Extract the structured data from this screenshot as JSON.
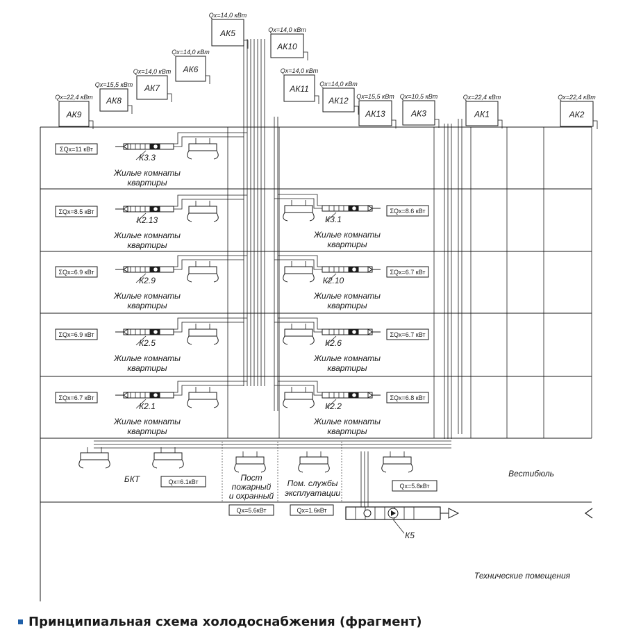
{
  "units": [
    {
      "id": "АК9",
      "power": "Qx=22,4 кВт"
    },
    {
      "id": "АК8",
      "power": "Qx=15,5 кВт"
    },
    {
      "id": "АК7",
      "power": "Qx=14,0 кВт"
    },
    {
      "id": "АК6",
      "power": "Qx=14,0 кВт"
    },
    {
      "id": "АК5",
      "power": "Qx=14,0 кВт"
    },
    {
      "id": "АК10",
      "power": "Qx=14,0 кВт"
    },
    {
      "id": "АК11",
      "power": "Qx=14,0 кВт"
    },
    {
      "id": "АК12",
      "power": "Qx=14,0 кВт"
    },
    {
      "id": "АК13",
      "power": "Qx=15,5 кВт"
    },
    {
      "id": "АК3",
      "power": "Qx=10,5 кВт"
    },
    {
      "id": "АК1",
      "power": "Qx=22,4 кВт"
    },
    {
      "id": "АК2",
      "power": "Qx=22,4 кВт"
    }
  ],
  "left_rooms": [
    {
      "sum": "ΣQx=11 кВт",
      "tag": "К3.3",
      "l1": "Жилые комнаты",
      "l2": "квартиры"
    },
    {
      "sum": "ΣQx=8.5 кВт",
      "tag": "К2.13",
      "l1": "Жилые комнаты",
      "l2": "квартиры"
    },
    {
      "sum": "ΣQx=6.9 кВт",
      "tag": "К2.9",
      "l1": "Жилые комнаты",
      "l2": "квартиры"
    },
    {
      "sum": "ΣQx=6.9 кВт",
      "tag": "К2.5",
      "l1": "Жилые комнаты",
      "l2": "квартиры"
    },
    {
      "sum": "ΣQx=6.7 кВт",
      "tag": "К2.1",
      "l1": "Жилые комнаты",
      "l2": "квартиры"
    }
  ],
  "right_rooms": [
    {
      "sum": "ΣQx=8.6 кВт",
      "tag": "К3.1",
      "l1": "Жилые комнаты",
      "l2": "квартиры"
    },
    {
      "sum": "ΣQx=6.7 кВт",
      "tag": "К2.10",
      "l1": "Жилые комнаты",
      "l2": "квартиры"
    },
    {
      "sum": "ΣQx=6.7 кВт",
      "tag": "К2.6",
      "l1": "Жилые комнаты",
      "l2": "квартиры"
    },
    {
      "sum": "ΣQx=6.8 кВт",
      "tag": "К2.2",
      "l1": "Жилые комнаты",
      "l2": "квартиры"
    }
  ],
  "ground": {
    "bkt": "БКТ",
    "bkt_q": "Qx=6.1кВт",
    "post_l1": "Пост",
    "post_l2": "пожарный",
    "post_l3": "и охранный",
    "post_q": "Qx=5.6кВт",
    "service_l1": "Пом. службы",
    "service_l2": "эксплуатации",
    "service_q": "Qx=1.6кВт",
    "vestibule_q": "Qx=5.8кВт",
    "vestibule": "Вестибюль",
    "tech": "Технические помещения",
    "k5": "К5"
  },
  "caption": "Принципиальная схема холодоснабжения (фрагмент)"
}
